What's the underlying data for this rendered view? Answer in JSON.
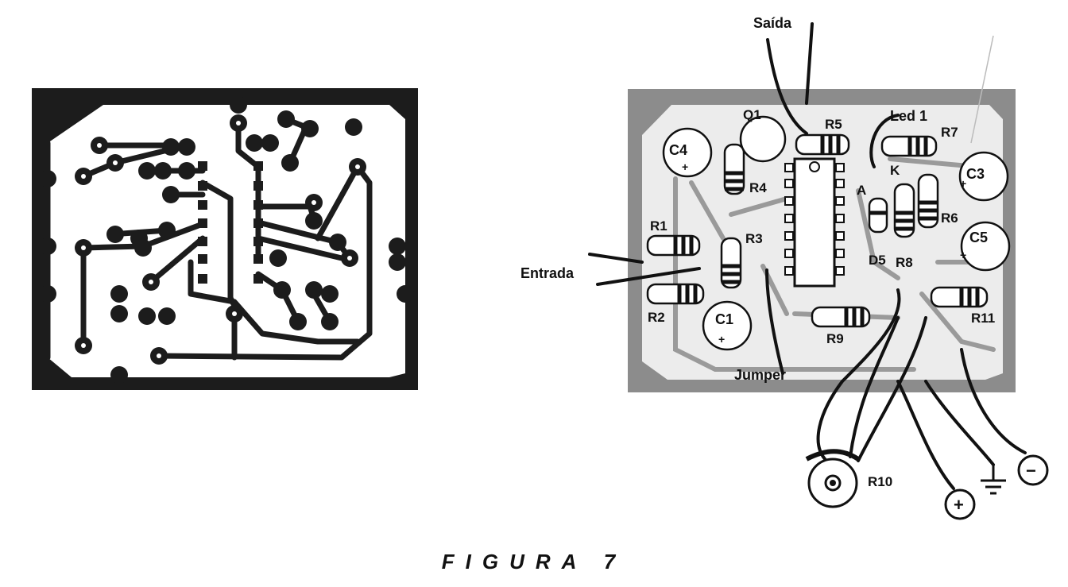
{
  "figure": {
    "caption": "FIGURA 7"
  },
  "labels": {
    "saida": "Saída",
    "entrada": "Entrada",
    "jumper": "Jumper",
    "led1": "Led 1",
    "k": "K",
    "a": "A",
    "q1": "Q1",
    "c4": "C4",
    "c3": "C3",
    "c5": "C5",
    "c1": "C1",
    "r1": "R1",
    "r2": "R2",
    "r3": "R3",
    "r4": "R4",
    "r5": "R5",
    "r6": "R6",
    "r7": "R7",
    "r8": "R8",
    "r9": "R9",
    "r10": "R10",
    "r11": "R11",
    "d5": "D5",
    "plus": "+",
    "minus": "−"
  },
  "colors": {
    "pcb_dark": "#1c1c1c",
    "pcb_gray": "#8c8c8c",
    "board_light": "#ececec",
    "ink": "#111111"
  }
}
